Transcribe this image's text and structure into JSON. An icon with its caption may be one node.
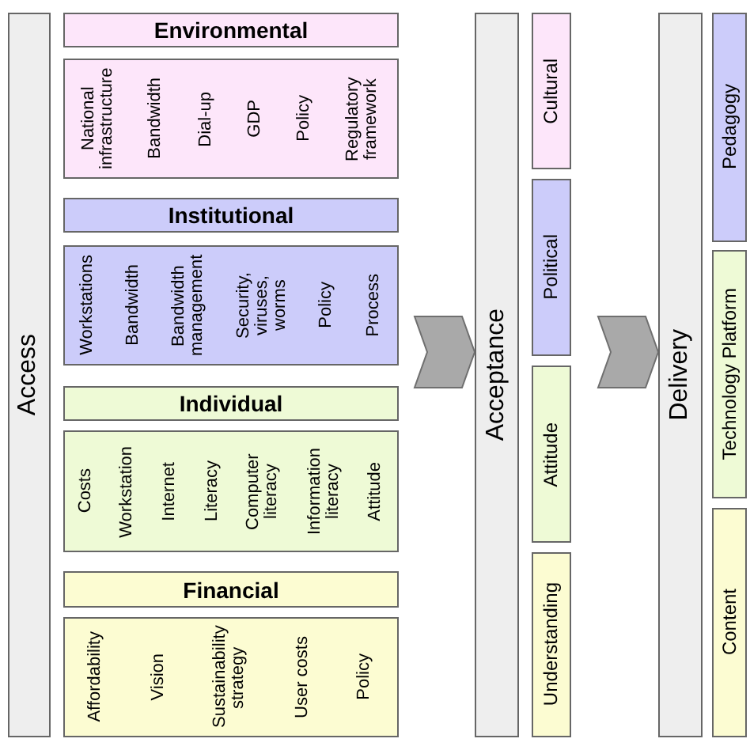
{
  "diagram": {
    "nodes": [
      {
        "text": [
          "Access"
        ]
      },
      {
        "text": [
          "Environmental"
        ]
      },
      {
        "text": [
          "National infrastructure",
          "Bandwidth",
          "Dial-up",
          "GDP",
          "Policy",
          "Regulatory framework"
        ]
      },
      {
        "text": [
          "Institutional"
        ]
      },
      {
        "text": [
          "Workstations",
          "Bandwidth",
          "Bandwidth management",
          "Security, viruses, worms",
          "Policy",
          "Process"
        ]
      },
      {
        "text": [
          "Individual"
        ]
      },
      {
        "text": [
          "Costs",
          "Workstation",
          "Internet",
          "Literacy",
          "Computer literacy",
          "Information literacy",
          "Attitude"
        ]
      },
      {
        "text": [
          "Financial"
        ]
      },
      {
        "text": [
          "Affordability",
          "Vision",
          "Sustainability strategy",
          "User costs",
          "Policy"
        ]
      },
      {
        "text": [
          "Acceptance"
        ]
      },
      {
        "text": [
          "Cultural"
        ]
      },
      {
        "text": [
          "Political"
        ]
      },
      {
        "text": [
          "Attitude"
        ]
      },
      {
        "text": [
          "Understanding"
        ]
      },
      {
        "text": [
          "Delivery"
        ]
      },
      {
        "text": [
          "Pedagogy"
        ]
      },
      {
        "text": [
          "Technology Platform"
        ]
      },
      {
        "text": [
          "Content"
        ]
      }
    ],
    "edges": [
      {
        "from": null,
        "to": 9,
        "arrow": "to",
        "style": "thick"
      },
      {
        "from": null,
        "to": 14,
        "arrow": "to",
        "style": "thick"
      }
    ]
  }
}
